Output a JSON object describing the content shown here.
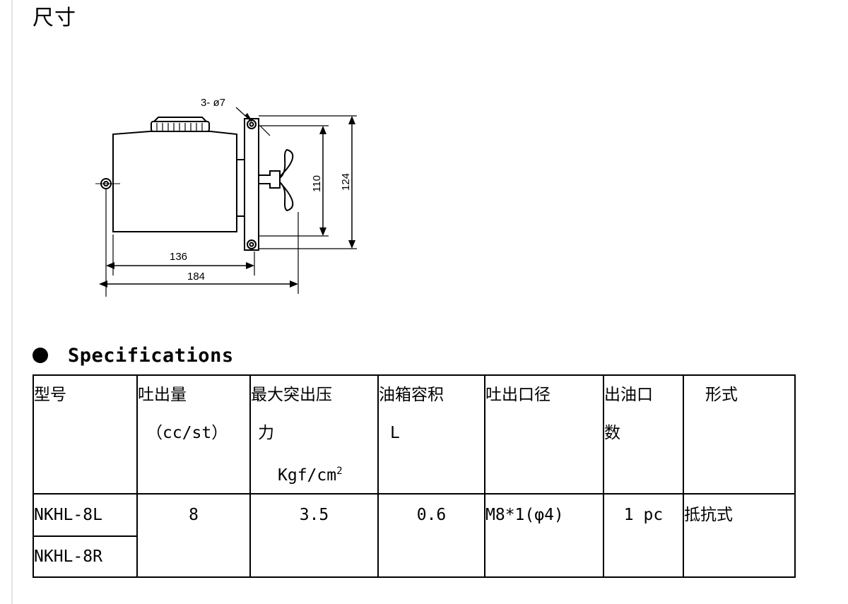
{
  "page": {
    "title": "尺寸"
  },
  "diagram": {
    "labels": {
      "holes": "3- ø7",
      "h_inner": "110",
      "h_outer": "124",
      "w_inner": "136",
      "w_outer": "184"
    }
  },
  "specifications": {
    "heading": "Specifications",
    "headers": [
      {
        "key": "model",
        "lines": [
          "型号"
        ]
      },
      {
        "key": "displacement",
        "lines": [
          "吐出量",
          "（cc/st）"
        ]
      },
      {
        "key": "max_pressure",
        "lines": [
          "最大突出压",
          " 力",
          "Kgf/cm"
        ],
        "superscript": "2"
      },
      {
        "key": "tank",
        "lines": [
          "油箱容积",
          "  L"
        ]
      },
      {
        "key": "outlet_dia",
        "lines": [
          "吐出口径"
        ]
      },
      {
        "key": "outlets",
        "lines": [
          "出油口",
          "数"
        ]
      },
      {
        "key": "type",
        "lines": [
          "  形式"
        ]
      }
    ],
    "rows": {
      "models": [
        "NKHL-8L",
        "NKHL-8R"
      ],
      "displacement": "8",
      "max_pressure": "3.5",
      "tank": "0.6",
      "outlet_dia": "M8*1(φ4)",
      "outlets": "1 pc",
      "type": "抵抗式"
    }
  }
}
